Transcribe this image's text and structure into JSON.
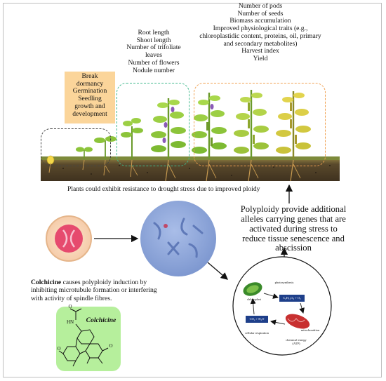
{
  "stages": {
    "germination_lines": [
      "Break",
      "dormancy",
      "Germination",
      "Seedling",
      "growth and",
      "development"
    ],
    "vegetative_lines": [
      "Root length",
      "Shoot length",
      "Number of trifoliate",
      "leaves",
      "Number of flowers",
      "Nodule number"
    ],
    "maturity_lines": [
      "Number of pods",
      "Number of seeds",
      "Biomass accumulation",
      "Improved physiological traits (e.g.,",
      "chloroplastidic content, proteins, oil, primary",
      "and secondary metabolites)",
      "Harvest index",
      "Yield"
    ]
  },
  "drought_text": "Plants could exhibit resistance to drought stress due to improved ploidy",
  "polyploidy_lines": [
    "Polyploidy provide additional",
    "alleles carrying genes that are",
    "activated during stress to",
    "reduce tissue senescence and",
    "abscission"
  ],
  "colchicine_caption": {
    "bold": "Colchicine",
    "rest_line1": " causes polyploidy induction by",
    "line2": "inhibiting microtubule formation or interfering",
    "line3": "with activity of spindle fibres."
  },
  "structure": {
    "title": "Colchicine",
    "atoms": {
      "nh": "HN",
      "o_top": "O",
      "o_left": "O",
      "o_right": "O"
    }
  },
  "cycle": {
    "photosynthesis": "photosynthesis",
    "chloroplast": "chloroplast",
    "glucose": "C₆H₁₂O₆ + O₂",
    "mitochondrion": "mitochondrion",
    "co2": "CO₂ + H₂O",
    "respiration": "cellular respiration",
    "energy": "chemical energy (ATP)"
  },
  "colors": {
    "orange_box": "#fbd59a",
    "green_box": "#b6ef9c",
    "green_dash": "#3fb98c",
    "orange_dash": "#f0a050",
    "soil": "#5a4a30",
    "cell_blue": "#8aa4d8",
    "cell_pink": "#e64a6e"
  }
}
